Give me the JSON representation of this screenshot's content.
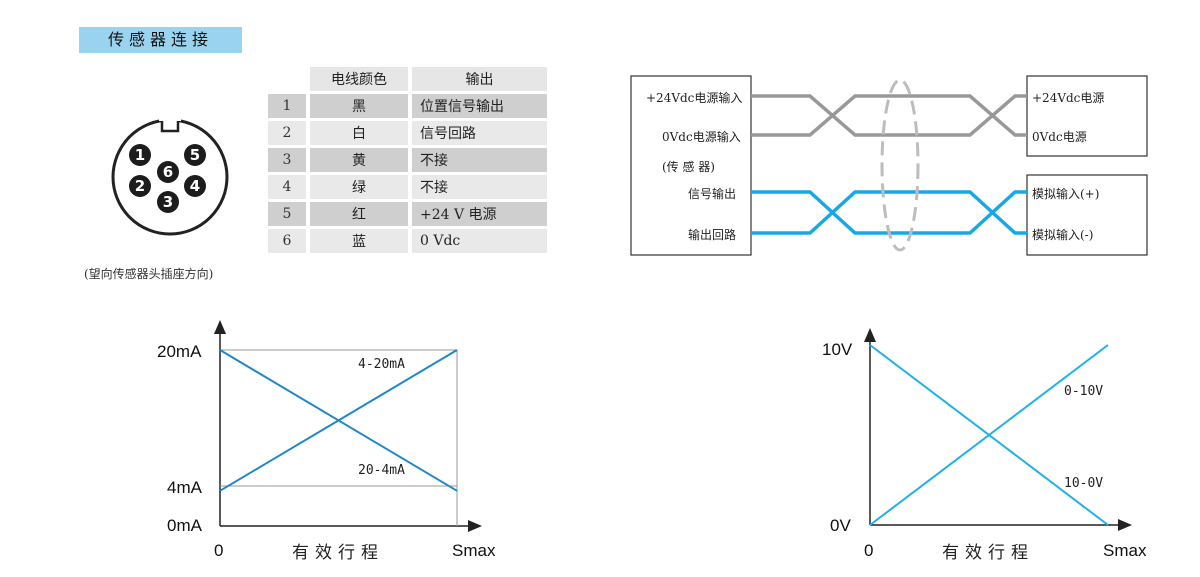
{
  "section_title": "传感器连接",
  "connector": {
    "pins": [
      "1",
      "2",
      "3",
      "4",
      "5",
      "6"
    ],
    "caption": "(望向传感器头插座方向)"
  },
  "pin_table": {
    "headers": [
      "电线颜色",
      "输出"
    ],
    "rows": [
      {
        "num": "1",
        "color": "黑",
        "output": "位置信号输出"
      },
      {
        "num": "2",
        "color": "白",
        "output": "信号回路"
      },
      {
        "num": "3",
        "color": "黄",
        "output": "不接"
      },
      {
        "num": "4",
        "color": "绿",
        "output": "不接"
      },
      {
        "num": "5",
        "color": "红",
        "output": "+24 V 电源"
      },
      {
        "num": "6",
        "color": "蓝",
        "output": "0 Vdc"
      }
    ]
  },
  "wiring": {
    "left": {
      "supply_in": "+24Vdc电源输入",
      "zero_in": "0Vdc电源输入",
      "sensor": "(传 感 器)",
      "signal_out": "信号输出",
      "out_return": "输出回路"
    },
    "right": {
      "supply": "+24Vdc电源",
      "zero": "0Vdc电源",
      "analog_pos": "模拟输入(+)",
      "analog_neg": "模拟输入(-)"
    },
    "colors": {
      "gray_wire": "#999999",
      "blue_wire": "#18a8e6",
      "shield": "#bdbdbd"
    }
  },
  "chart_data": [
    {
      "type": "line",
      "x_categories": [
        "0",
        "Smax"
      ],
      "xlabel": "有效行程",
      "y_tick_labels": [
        "0mA",
        "4mA",
        "20mA"
      ],
      "ylim": [
        0,
        20
      ],
      "series": [
        {
          "name": "4-20mA",
          "x": [
            0,
            1
          ],
          "y": [
            4,
            20
          ],
          "color": "#1e88c8"
        },
        {
          "name": "20-4mA",
          "x": [
            0,
            1
          ],
          "y": [
            20,
            4
          ],
          "color": "#1e88c8"
        }
      ]
    },
    {
      "type": "line",
      "x_categories": [
        "0",
        "Smax"
      ],
      "xlabel": "有效行程",
      "y_tick_labels": [
        "0V",
        "10V"
      ],
      "ylim": [
        0,
        10
      ],
      "series": [
        {
          "name": "0-10V",
          "x": [
            0,
            1
          ],
          "y": [
            0,
            10
          ],
          "color": "#22b0e8"
        },
        {
          "name": "10-0V",
          "x": [
            0,
            1
          ],
          "y": [
            10,
            0
          ],
          "color": "#22b0e8"
        }
      ]
    }
  ]
}
